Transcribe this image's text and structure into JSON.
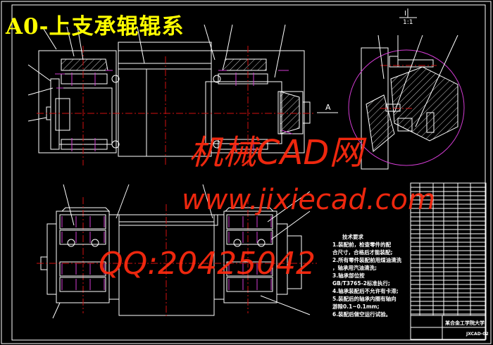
{
  "drawing": {
    "title": "A0-上支承辊辊系",
    "section_label": "I",
    "section_scale": "1:1",
    "view_label": "A"
  },
  "watermark": {
    "line1": "机械CAD网",
    "line2": "www.jixiecad.com",
    "line3": "QQ:20425042"
  },
  "requirements": {
    "heading": "技术要求",
    "lines": [
      "1.装配前，检查零件的配",
      "合尺寸，合格后才能装配;",
      "2.所有零件装配前用煤油清洗",
      "，轴承用汽油清洗;",
      "3.轴承部位按",
      "GB/T3765-2标准执行;",
      "4.轴承装配后不允许有卡滞;",
      "5.装配后的轴承内圈有轴向",
      "游隙0.1~0.1mm;",
      "6.装配后做空运行试验。"
    ]
  },
  "title_block": {
    "school": "某合金工学院大学",
    "drawing_no": "JXCAD-02"
  },
  "colors": {
    "background": "#000000",
    "lines": "#ffffff",
    "title": "#ffff00",
    "centerline": "#d01010",
    "bolts": "#d23cd2",
    "watermark": "#ff2a10"
  }
}
